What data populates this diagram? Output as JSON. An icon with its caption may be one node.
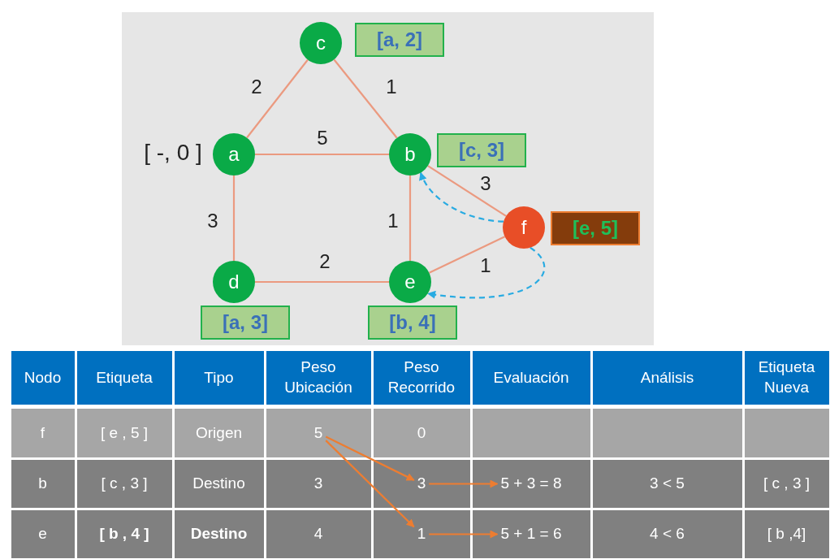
{
  "diagram": {
    "nodes": [
      {
        "text": [
          "c"
        ],
        "beside": [
          "[a, 2]"
        ]
      },
      {
        "text": [
          "a"
        ],
        "beside": [
          "[ -, 0 ]"
        ]
      },
      {
        "text": [
          "b"
        ],
        "beside": [
          "[c, 3]"
        ]
      },
      {
        "text": [
          "f"
        ],
        "beside": [
          "[e, 5]"
        ]
      },
      {
        "text": [
          "d"
        ],
        "beside": [
          "[a, 3]"
        ]
      },
      {
        "text": [
          "e"
        ],
        "beside": [
          "[b, 4]"
        ]
      },
      {
        "text": [
          "5"
        ]
      },
      {
        "text": [
          "3"
        ]
      },
      {
        "text": [
          "5 + 3 = 8"
        ]
      },
      {
        "text": [
          "1"
        ]
      },
      {
        "text": [
          "5 + 1 = 6"
        ]
      }
    ],
    "edges": [
      {
        "from": 0,
        "to": 1,
        "arrow": "none",
        "label": "2"
      },
      {
        "from": 0,
        "to": 2,
        "arrow": "none",
        "label": "1"
      },
      {
        "from": 1,
        "to": 2,
        "arrow": "none",
        "label": "5"
      },
      {
        "from": 1,
        "to": 4,
        "arrow": "none",
        "label": "3"
      },
      {
        "from": 2,
        "to": 5,
        "arrow": "none",
        "label": "1"
      },
      {
        "from": 4,
        "to": 5,
        "arrow": "none",
        "label": "2"
      },
      {
        "from": 3,
        "to": 2,
        "arrow": "none",
        "label": "3"
      },
      {
        "from": 3,
        "to": 5,
        "arrow": "none",
        "label": "1"
      },
      {
        "from": 3,
        "to": 2,
        "arrow": "to",
        "style": "dashed",
        "color": "#29abe2"
      },
      {
        "from": 3,
        "to": 5,
        "arrow": "to",
        "style": "dashed",
        "color": "#29abe2"
      },
      {
        "from": 6,
        "to": 7,
        "arrow": "to",
        "color": "#ed7d31"
      },
      {
        "from": 6,
        "to": 9,
        "arrow": "to",
        "color": "#ed7d31"
      },
      {
        "from": 7,
        "to": 8,
        "arrow": "to",
        "color": "#ed7d31"
      },
      {
        "from": 9,
        "to": 10,
        "arrow": "to",
        "color": "#ed7d31"
      }
    ],
    "labels": [
      "Nodo",
      "Etiqueta",
      "Tipo",
      "Peso Ubicación",
      "Peso Recorrido",
      "Evaluación",
      "Análisis",
      "Etiqueta Nueva",
      "f",
      "[ e , 5 ]",
      "Origen",
      "0",
      "b",
      "[ c , 3 ]",
      "Destino",
      "3",
      "3 < 5",
      "[ c ,  3 ]",
      "e",
      "[ b , 4 ]",
      "Destino",
      "4",
      "4 < 6",
      "[ b ,4]"
    ]
  }
}
